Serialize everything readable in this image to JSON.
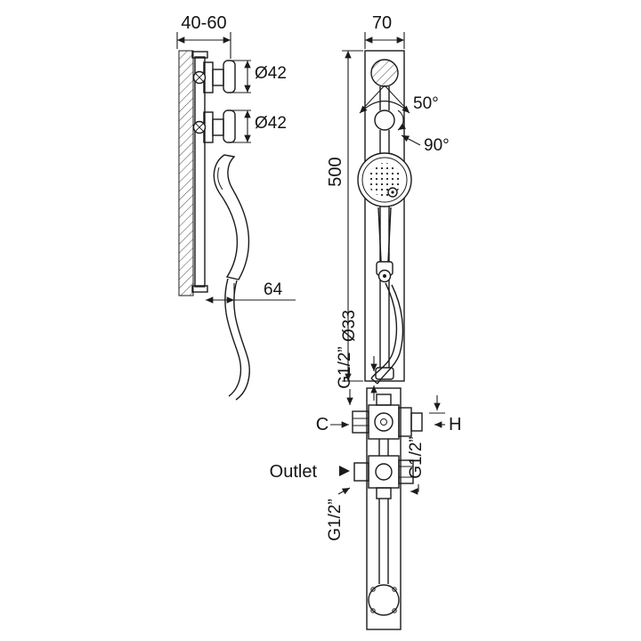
{
  "colors": {
    "line": "#1b1b1b",
    "background": "#ffffff"
  },
  "drawing": {
    "side_view": {
      "wall_distance": "40-60",
      "holder_diameter_top": "Ø42",
      "holder_diameter_bottom": "Ø42",
      "hose_offset": "64"
    },
    "front_view": {
      "bracket_width": "70",
      "swivel_angle": "50°",
      "rotation_angle": "90°",
      "rail_height": "500",
      "hose_diameter": "Ø33"
    },
    "connection_view": {
      "top_thread": "G1/2”",
      "cold_label": "C",
      "hot_label": "H",
      "outlet_label": "Outlet",
      "outlet_thread": "G1/2”",
      "inlet_thread": "G1/2”"
    }
  }
}
